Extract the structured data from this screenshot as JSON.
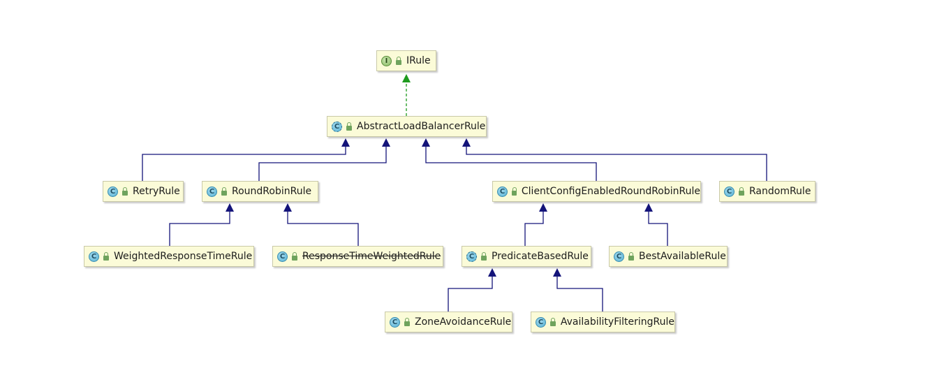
{
  "nodes": [
    {
      "id": "irule",
      "label": "IRule",
      "kind": "interface",
      "badge": "I"
    },
    {
      "id": "abstract",
      "label": "AbstractLoadBalancerRule",
      "kind": "abstract",
      "badge": "C"
    },
    {
      "id": "retry",
      "label": "RetryRule",
      "kind": "class",
      "badge": "C"
    },
    {
      "id": "roundrobin",
      "label": "RoundRobinRule",
      "kind": "class",
      "badge": "C"
    },
    {
      "id": "clientconfig",
      "label": "ClientConfigEnabledRoundRobinRule",
      "kind": "class",
      "badge": "C"
    },
    {
      "id": "random",
      "label": "RandomRule",
      "kind": "class",
      "badge": "C"
    },
    {
      "id": "weighted",
      "label": "WeightedResponseTimeRule",
      "kind": "class",
      "badge": "C"
    },
    {
      "id": "responsetime",
      "label": "ResponseTimeWeightedRule",
      "kind": "class",
      "badge": "C",
      "deprecated": true
    },
    {
      "id": "predicate",
      "label": "PredicateBasedRule",
      "kind": "abstract",
      "badge": "C"
    },
    {
      "id": "bestavailable",
      "label": "BestAvailableRule",
      "kind": "class",
      "badge": "C"
    },
    {
      "id": "zone",
      "label": "ZoneAvoidanceRule",
      "kind": "class",
      "badge": "C"
    },
    {
      "id": "availability",
      "label": "AvailabilityFilteringRule",
      "kind": "class",
      "badge": "C"
    }
  ],
  "edges": [
    {
      "from": "abstract",
      "to": "irule",
      "type": "implements"
    },
    {
      "from": "retry",
      "to": "abstract",
      "type": "extends"
    },
    {
      "from": "roundrobin",
      "to": "abstract",
      "type": "extends"
    },
    {
      "from": "clientconfig",
      "to": "abstract",
      "type": "extends"
    },
    {
      "from": "random",
      "to": "abstract",
      "type": "extends"
    },
    {
      "from": "weighted",
      "to": "roundrobin",
      "type": "extends"
    },
    {
      "from": "responsetime",
      "to": "roundrobin",
      "type": "extends"
    },
    {
      "from": "predicate",
      "to": "clientconfig",
      "type": "extends"
    },
    {
      "from": "bestavailable",
      "to": "clientconfig",
      "type": "extends"
    },
    {
      "from": "zone",
      "to": "predicate",
      "type": "extends"
    },
    {
      "from": "availability",
      "to": "predicate",
      "type": "extends"
    }
  ],
  "colors": {
    "extends_line": "#14147a",
    "implements_line": "#1e9a1e",
    "node_fill": "#fbfbd8"
  }
}
